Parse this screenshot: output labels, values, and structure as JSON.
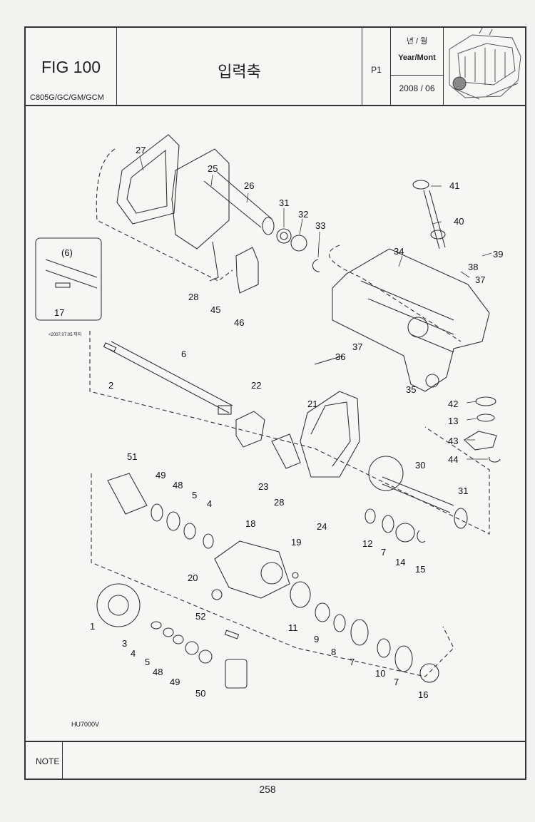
{
  "header": {
    "fig_label": "FIG 100",
    "models": "C805G/GC/GM/GCM",
    "title": "입력축",
    "page": "P1",
    "date_label_ko": "년 / 월",
    "date_label_en": "Year/Mont",
    "date_value": "2008 / 06"
  },
  "diagram": {
    "code": "HU7000V",
    "inset_note": "<2007.07.05 까지",
    "inset_ref": "(6)",
    "callouts": {
      "c1": "1",
      "c2": "2",
      "c3": "3",
      "c4a": "4",
      "c4b": "4",
      "c5a": "5",
      "c5b": "5",
      "c6": "6",
      "c7a": "7",
      "c7b": "7",
      "c7c": "7",
      "c8": "8",
      "c9": "9",
      "c10": "10",
      "c11": "11",
      "c12": "12",
      "c13": "13",
      "c14": "14",
      "c15": "15",
      "c16": "16",
      "c17": "17",
      "c18": "18",
      "c19": "19",
      "c20": "20",
      "c21": "21",
      "c22": "22",
      "c23": "23",
      "c24": "24",
      "c25": "25",
      "c26": "26",
      "c27": "27",
      "c28a": "28",
      "c28b": "28",
      "c30": "30",
      "c31a": "31",
      "c31b": "31",
      "c32": "32",
      "c33": "33",
      "c34": "34",
      "c35": "35",
      "c36": "36",
      "c37a": "37",
      "c37b": "37",
      "c38": "38",
      "c39": "39",
      "c40": "40",
      "c41": "41",
      "c42": "42",
      "c43": "43",
      "c44": "44",
      "c45": "45",
      "c46": "46",
      "c48a": "48",
      "c48b": "48",
      "c49a": "49",
      "c49b": "49",
      "c50": "50",
      "c51": "51",
      "c52": "52"
    }
  },
  "footer": {
    "note_label": "NOTE",
    "page_number": "258"
  }
}
